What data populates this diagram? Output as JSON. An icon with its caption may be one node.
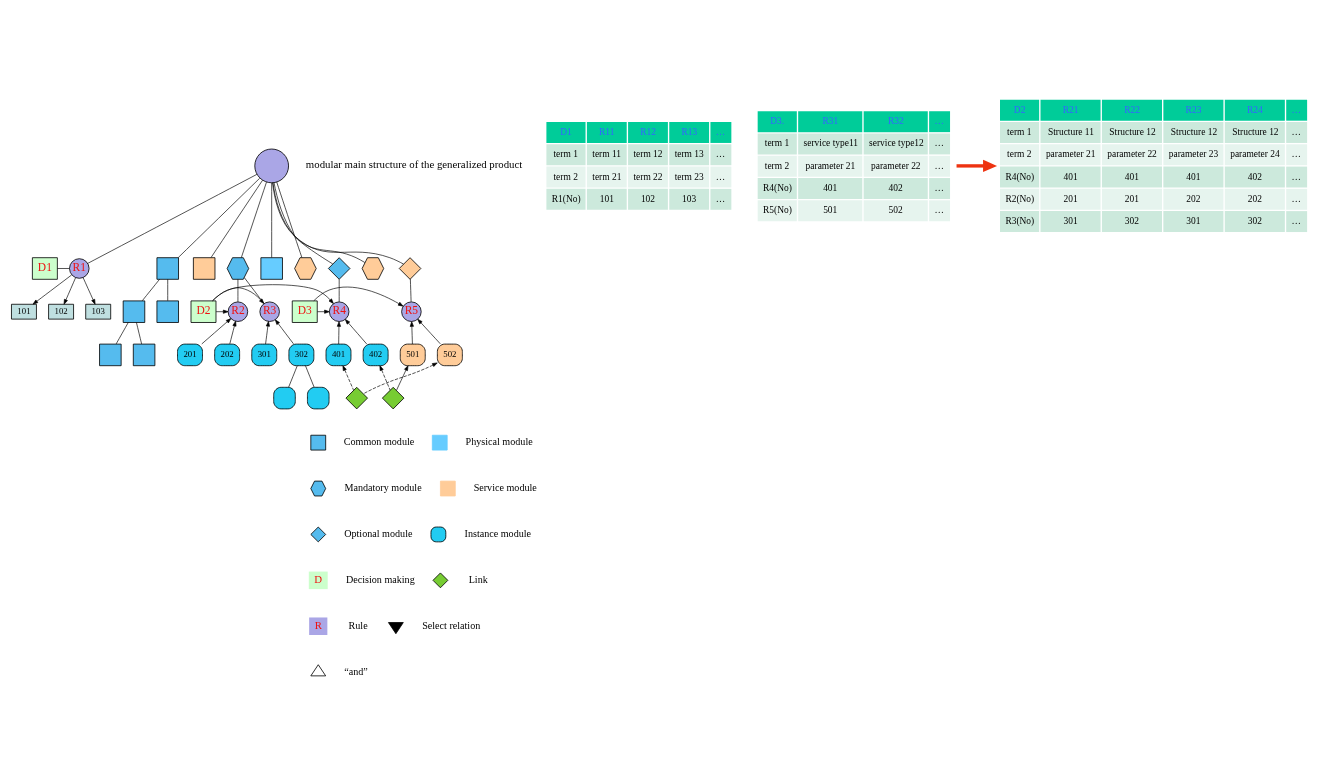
{
  "diagram": {
    "nodes": [
      {
        "text": [],
        "shape": "circle",
        "beside": [
          "modular main structure of the generalized product"
        ]
      },
      {
        "text": [
          "D1"
        ]
      },
      {
        "text": [
          "R1"
        ]
      },
      {
        "text": [],
        "shape": "box"
      },
      {
        "text": [],
        "shape": "box"
      },
      {
        "text": [],
        "shape": "hexagon"
      },
      {
        "text": [],
        "shape": "box"
      },
      {
        "text": [],
        "shape": "hexagon"
      },
      {
        "text": [],
        "shape": "diamond"
      },
      {
        "text": [],
        "shape": "hexagon"
      },
      {
        "text": [],
        "shape": "diamond"
      },
      {
        "text": [
          "101"
        ]
      },
      {
        "text": [
          "102"
        ]
      },
      {
        "text": [
          "103"
        ]
      },
      {
        "text": [],
        "shape": "box"
      },
      {
        "text": [],
        "shape": "box"
      },
      {
        "text": [
          "R2"
        ]
      },
      {
        "text": [
          "D2"
        ]
      },
      {
        "text": [
          "R3"
        ]
      },
      {
        "text": [
          "R4"
        ]
      },
      {
        "text": [
          "D3"
        ]
      },
      {
        "text": [
          "R5"
        ]
      },
      {
        "text": [],
        "shape": "box"
      },
      {
        "text": [],
        "shape": "box"
      },
      {
        "text": [
          "201"
        ]
      },
      {
        "text": [
          "202"
        ]
      },
      {
        "text": [
          "301"
        ]
      },
      {
        "text": [
          "302"
        ]
      },
      {
        "text": [
          "401"
        ]
      },
      {
        "text": [
          "402"
        ]
      },
      {
        "text": [
          "501"
        ]
      },
      {
        "text": [
          "502"
        ]
      },
      {
        "text": [],
        "shape": "diamond"
      },
      {
        "text": [],
        "shape": "diamond"
      },
      {
        "text": [],
        "shape": "box"
      },
      {
        "text": [],
        "shape": "box"
      },
      {
        "text": [
          "D1",
          "R11",
          "R12",
          "R13",
          "…",
          "term 1",
          "term 11",
          "term 12",
          "term 13",
          "…",
          "term 2",
          "term 21",
          "term 22",
          "term 23",
          "…",
          "R1(No)",
          "101",
          "102",
          "103",
          "…"
        ]
      },
      {
        "text": [
          "D3.",
          "R31",
          "R32",
          "…",
          "term 1",
          "service type11",
          "service type12",
          "…",
          "term 2",
          "parameter 21",
          "parameter 22",
          "…",
          "R4(No)",
          "401",
          "402",
          "…",
          "R5(No)",
          "501",
          "502",
          "…"
        ]
      },
      {
        "text": [
          "D2",
          "R21",
          "R22",
          "R23",
          "R24",
          "…",
          "term 1",
          "Structure 11",
          "Structure 12",
          "Structure 12",
          "Structure 12",
          "…",
          "term 2",
          "parameter 21",
          "parameter 22",
          "parameter 23",
          "parameter 24",
          "…",
          "R4(No)",
          "401",
          "401",
          "401",
          "402",
          "…",
          "R2(No)",
          "201",
          "201",
          "202",
          "202",
          "…",
          "R3(No)",
          "301",
          "302",
          "301",
          "302",
          "…"
        ]
      }
    ],
    "edges": [
      {
        "from": 0,
        "to": 2,
        "arrow": "none"
      },
      {
        "from": 0,
        "to": 3,
        "arrow": "none"
      },
      {
        "from": 0,
        "to": 4,
        "arrow": "none"
      },
      {
        "from": 0,
        "to": 5,
        "arrow": "none"
      },
      {
        "from": 0,
        "to": 6,
        "arrow": "none"
      },
      {
        "from": 0,
        "to": 7,
        "arrow": "none"
      },
      {
        "from": 0,
        "to": 8,
        "arrow": "none"
      },
      {
        "from": 0,
        "to": 9,
        "arrow": "none"
      },
      {
        "from": 0,
        "to": 10,
        "arrow": "none"
      },
      {
        "from": 1,
        "to": 2,
        "arrow": "none"
      },
      {
        "from": 2,
        "to": 11,
        "arrow": "to"
      },
      {
        "from": 2,
        "to": 12,
        "arrow": "to"
      },
      {
        "from": 2,
        "to": 13,
        "arrow": "to"
      },
      {
        "from": 3,
        "to": 14,
        "arrow": "none"
      },
      {
        "from": 3,
        "to": 15,
        "arrow": "none"
      },
      {
        "from": 14,
        "to": 22,
        "arrow": "none"
      },
      {
        "from": 14,
        "to": 23,
        "arrow": "none"
      },
      {
        "from": 5,
        "to": 16,
        "arrow": "none"
      },
      {
        "from": 5,
        "to": 18,
        "arrow": "none"
      },
      {
        "from": 17,
        "to": 16,
        "arrow": "to"
      },
      {
        "from": 17,
        "to": 18,
        "arrow": "to"
      },
      {
        "from": 17,
        "to": 19,
        "arrow": "to"
      },
      {
        "from": 24,
        "to": 16,
        "arrow": "to"
      },
      {
        "from": 25,
        "to": 16,
        "arrow": "to"
      },
      {
        "from": 26,
        "to": 18,
        "arrow": "to"
      },
      {
        "from": 27,
        "to": 18,
        "arrow": "to"
      },
      {
        "from": 27,
        "to": 34,
        "arrow": "none"
      },
      {
        "from": 27,
        "to": 35,
        "arrow": "none"
      },
      {
        "from": 8,
        "to": 19,
        "arrow": "none"
      },
      {
        "from": 28,
        "to": 19,
        "arrow": "to"
      },
      {
        "from": 29,
        "to": 19,
        "arrow": "to"
      },
      {
        "from": 20,
        "to": 19,
        "arrow": "to"
      },
      {
        "from": 20,
        "to": 21,
        "arrow": "to"
      },
      {
        "from": 10,
        "to": 21,
        "arrow": "none"
      },
      {
        "from": 30,
        "to": 21,
        "arrow": "to"
      },
      {
        "from": 31,
        "to": 21,
        "arrow": "to"
      },
      {
        "from": 32,
        "to": 30,
        "arrow": "to"
      },
      {
        "from": 32,
        "to": 29,
        "arrow": "to",
        "style": "dashed"
      },
      {
        "from": 33,
        "to": 31,
        "arrow": "to",
        "style": "dashed"
      },
      {
        "from": 33,
        "to": 28,
        "arrow": "to",
        "style": "dashed"
      },
      {
        "from": 37,
        "to": 38,
        "arrow": "to",
        "style": "thick",
        "color": "#ee3311"
      }
    ],
    "labels": [
      "D",
      "R"
    ],
    "legend": [
      {
        "text": "Common module"
      },
      {
        "text": "Physical module",
        "color": "#66ccff"
      },
      {
        "text": "Mandatory module"
      },
      {
        "text": "Service module",
        "color": "#ffcc99"
      },
      {
        "text": "Optional module"
      },
      {
        "text": "Instance module"
      },
      {
        "text": "Decision making"
      },
      {
        "text": "Link"
      },
      {
        "text": "Rule"
      },
      {
        "text": "Select relation"
      },
      {
        "text": "“and”"
      }
    ]
  }
}
